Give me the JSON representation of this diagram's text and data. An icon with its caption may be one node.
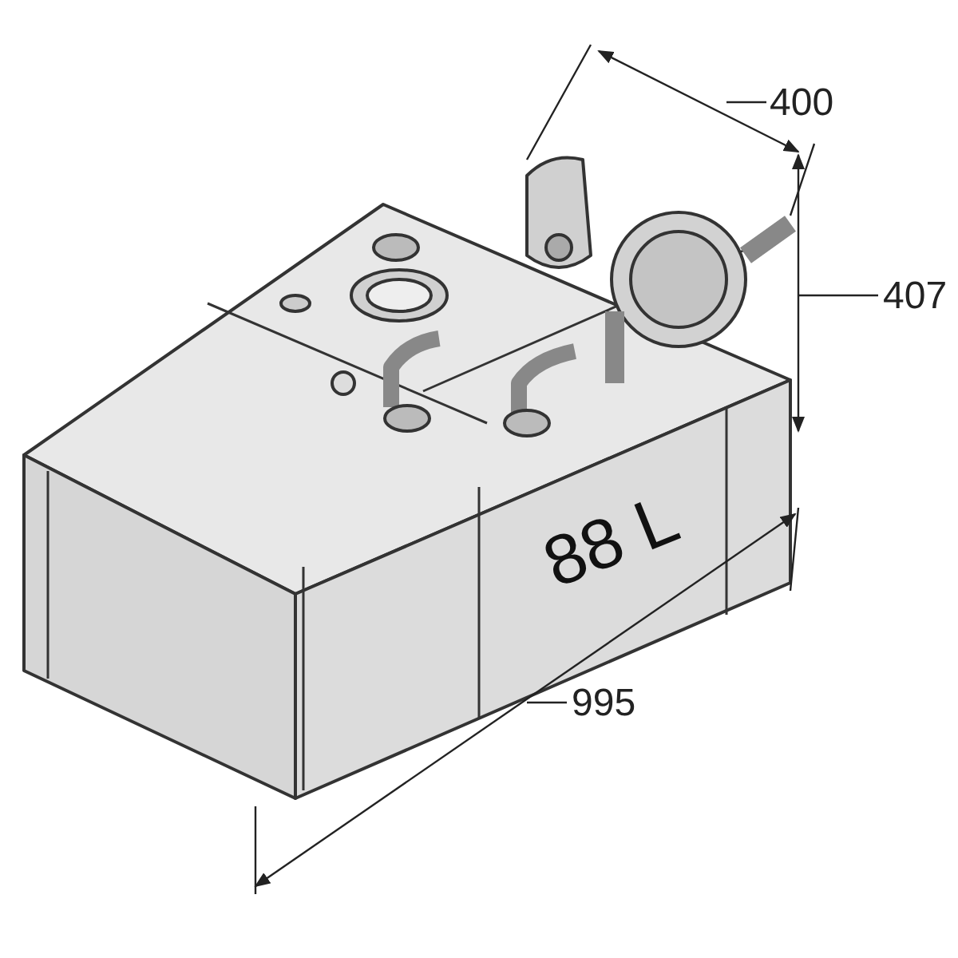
{
  "diagram": {
    "labels": [
      "400",
      "407",
      "88 L",
      "995"
    ]
  }
}
